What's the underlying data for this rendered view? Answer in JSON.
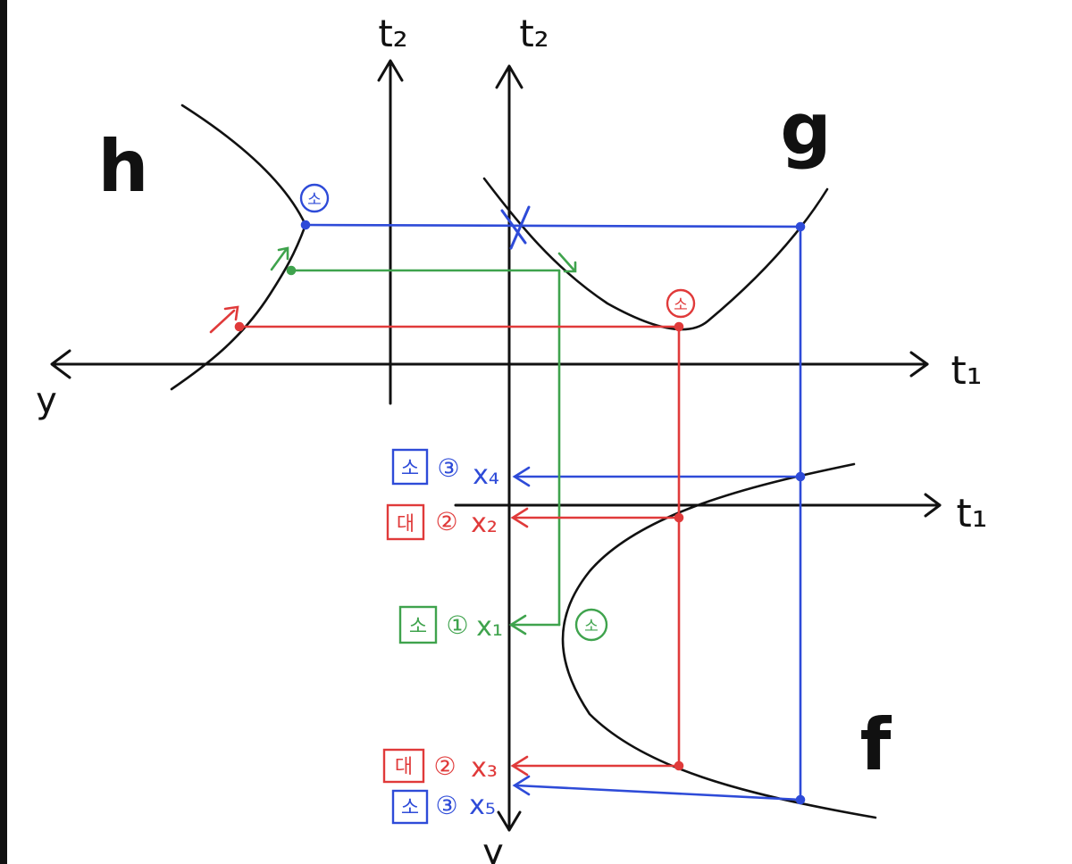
{
  "colors": {
    "background": "#ffffff",
    "ink": "#111111",
    "blue": "#2e4bd8",
    "red": "#e03a3a",
    "green": "#3fa34d"
  },
  "axes": {
    "t2_left": "t₂",
    "t2_right": "t₂",
    "t1_top": "t₁",
    "t1_bottom": "t₁",
    "y_left": "y",
    "y_bottom": "y"
  },
  "function_labels": {
    "h": "h",
    "g": "g",
    "f": "f"
  },
  "points": {
    "h_blue": "소",
    "g_red": "소",
    "f_green": "소"
  },
  "results": [
    {
      "id": "x4",
      "box": "소",
      "circle": "③",
      "label": "x₄",
      "color": "blue"
    },
    {
      "id": "x2",
      "box": "대",
      "circle": "②",
      "label": "x₂",
      "color": "red"
    },
    {
      "id": "x1",
      "box": "소",
      "circle": "①",
      "label": "x₁",
      "color": "green"
    },
    {
      "id": "x3",
      "box": "대",
      "circle": "②",
      "label": "x₃",
      "color": "red"
    },
    {
      "id": "x5",
      "box": "소",
      "circle": "③",
      "label": "x₅",
      "color": "blue"
    }
  ]
}
